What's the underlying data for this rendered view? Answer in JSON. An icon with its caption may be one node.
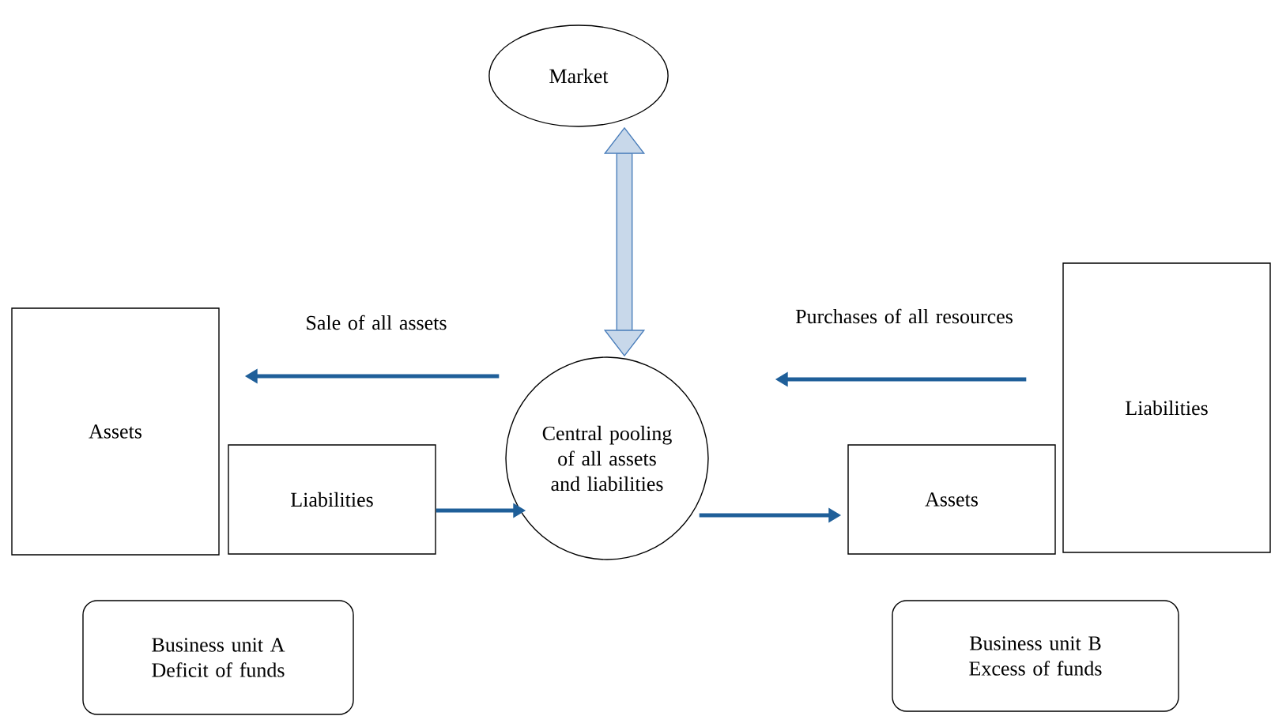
{
  "diagram": {
    "nodes": [
      {
        "text": [
          "Market"
        ]
      },
      {
        "text": [
          "Central pooling of all assets and liabilities"
        ]
      },
      {
        "text": [
          "Assets"
        ]
      },
      {
        "text": [
          "Liabilities"
        ]
      },
      {
        "text": [
          "Assets"
        ]
      },
      {
        "text": [
          "Liabilities"
        ]
      },
      {
        "text": [
          "Business unit A Deficit of funds"
        ]
      },
      {
        "text": [
          "Business unit B Excess of funds"
        ]
      }
    ],
    "edges": [
      {
        "from": 0,
        "to": 1,
        "arrow": "both",
        "style": "thick",
        "color": "#4a7ebb"
      },
      {
        "from": 1,
        "to": 2,
        "arrow": "to",
        "label": "Sale of all assets"
      },
      {
        "from": 5,
        "to": 1,
        "arrow": "to",
        "label": "Purchases of all resources"
      },
      {
        "from": 3,
        "to": 1,
        "arrow": "to"
      },
      {
        "from": 1,
        "to": 4,
        "arrow": "to"
      }
    ]
  }
}
